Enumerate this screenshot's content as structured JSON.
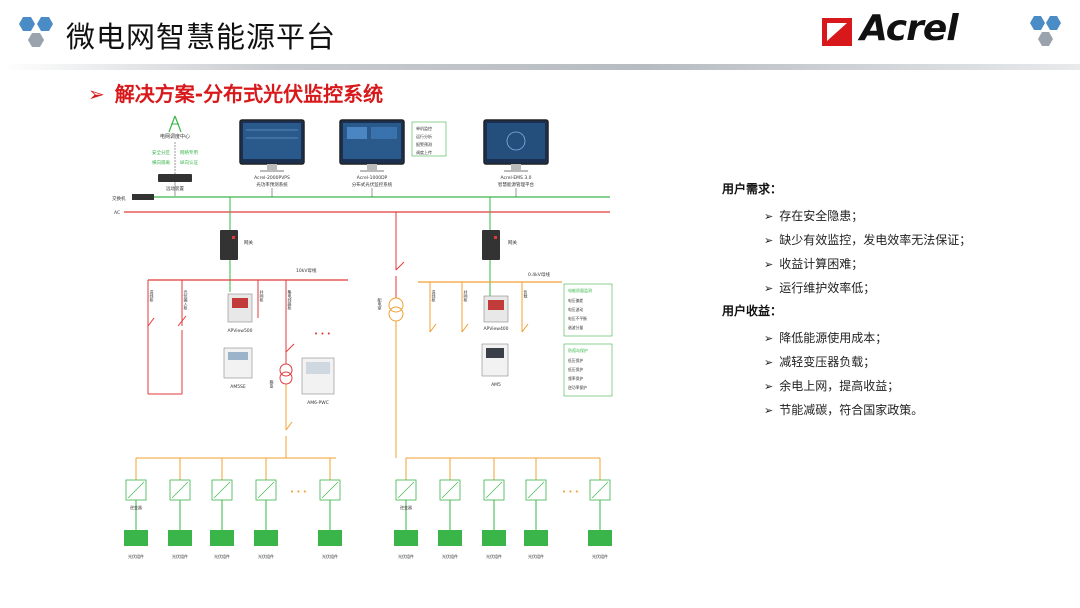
{
  "header": {
    "title": "微电网智慧能源平台",
    "brand": "Acrel",
    "subtitle_marker": "➢",
    "subtitle": "解决方案-分布式光伏监控系统"
  },
  "colors": {
    "accent_red": "#d7191b",
    "hex_blue": "#4a8cc6",
    "hex_gray": "#9aa3ad",
    "line_green": "#3ab54a",
    "line_red": "#e23a3a",
    "line_orange": "#f0a030"
  },
  "diagram": {
    "top_center": "电网调度中心",
    "top_tags": [
      "安全分区",
      "网络专用",
      "横向隔离",
      "纵向认证"
    ],
    "device_top": "远动装置",
    "switch_label": "交换机",
    "ac_label": "AC",
    "monitors": [
      {
        "model": "Acrel-2000PVPS",
        "name": "光功率预测系统"
      },
      {
        "model": "Acrel-1000DP",
        "name": "分布式光伏监控系统"
      },
      {
        "model": "Acrel-EMS 3.0",
        "name": "智慧能源管理平台"
      }
    ],
    "features_box": [
      "单机监控",
      "运行分析",
      "报警预测",
      "调度上传"
    ],
    "gateway": "网关",
    "bus_10kv": "10kV母线",
    "bus_04kv": "0.4kV母线",
    "left_branches": [
      "进线柜",
      "光伏输入柜",
      "并网柜",
      "集电线路柜"
    ],
    "center_label": "配电室",
    "right_branches": [
      "进线柜",
      "并网柜",
      "负载"
    ],
    "meter_left": "APView500",
    "protect_left": "AM5SE",
    "transformer_label": "箱变",
    "pwc_label": "AM6-PWC",
    "meter_right": "APView400",
    "protect_right": "AM5",
    "power_box_title": "电能质量监测",
    "power_box_items": [
      "电压偏差",
      "电压波动",
      "电压不平衡",
      "谐波分量"
    ],
    "protect_box_title": "防孤岛保护",
    "protect_box_items": [
      "低压保护",
      "低压保护",
      "频率保护",
      "逆功率保护"
    ],
    "ellipsis": "• • •",
    "inverter_label": "逆变器",
    "pv_label": "光伏组件"
  },
  "needs": {
    "title": "用户需求：",
    "items": [
      "存在安全隐患；",
      "缺少有效监控，发电效率无法保证；",
      "收益计算困难；",
      "运行维护效率低；"
    ]
  },
  "benefits": {
    "title": "用户收益：",
    "items": [
      "降低能源使用成本；",
      "减轻变压器负载；",
      "余电上网，提高收益；",
      "节能减碳，符合国家政策。"
    ]
  },
  "bullet": "➢"
}
